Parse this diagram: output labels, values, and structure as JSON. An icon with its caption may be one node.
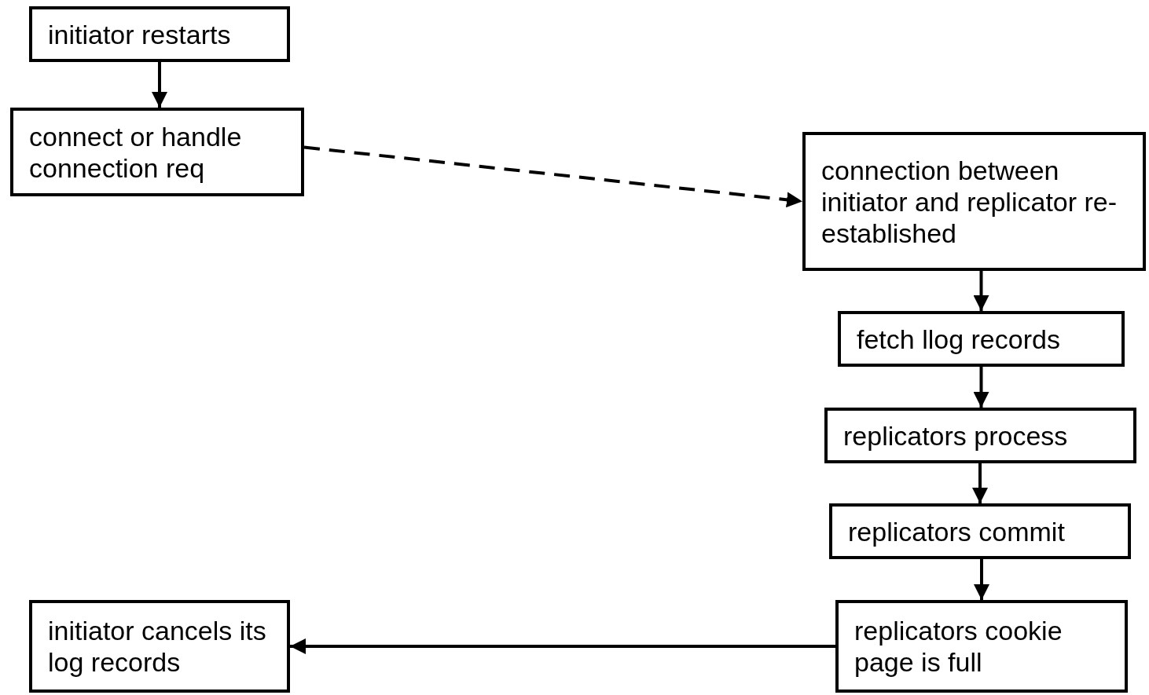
{
  "diagram": {
    "nodes": [
      {
        "text": [
          "initiator restarts"
        ]
      },
      {
        "text": [
          "connect or handle connection req"
        ]
      },
      {
        "text": [
          "connection between initiator and replicator re-established"
        ]
      },
      {
        "text": [
          "fetch llog records"
        ]
      },
      {
        "text": [
          "replicators process"
        ]
      },
      {
        "text": [
          "replicators commit"
        ]
      },
      {
        "text": [
          "replicators cookie page is full"
        ]
      },
      {
        "text": [
          "initiator cancels its log records"
        ]
      }
    ],
    "edges": [
      {
        "from": 0,
        "to": 1,
        "arrow": "to"
      },
      {
        "from": 1,
        "to": 2,
        "arrow": "to",
        "style": "dashed"
      },
      {
        "from": 2,
        "to": 3,
        "arrow": "to"
      },
      {
        "from": 3,
        "to": 4,
        "arrow": "to"
      },
      {
        "from": 4,
        "to": 5,
        "arrow": "to"
      },
      {
        "from": 5,
        "to": 6,
        "arrow": "to"
      },
      {
        "from": 6,
        "to": 7,
        "arrow": "to"
      }
    ]
  }
}
